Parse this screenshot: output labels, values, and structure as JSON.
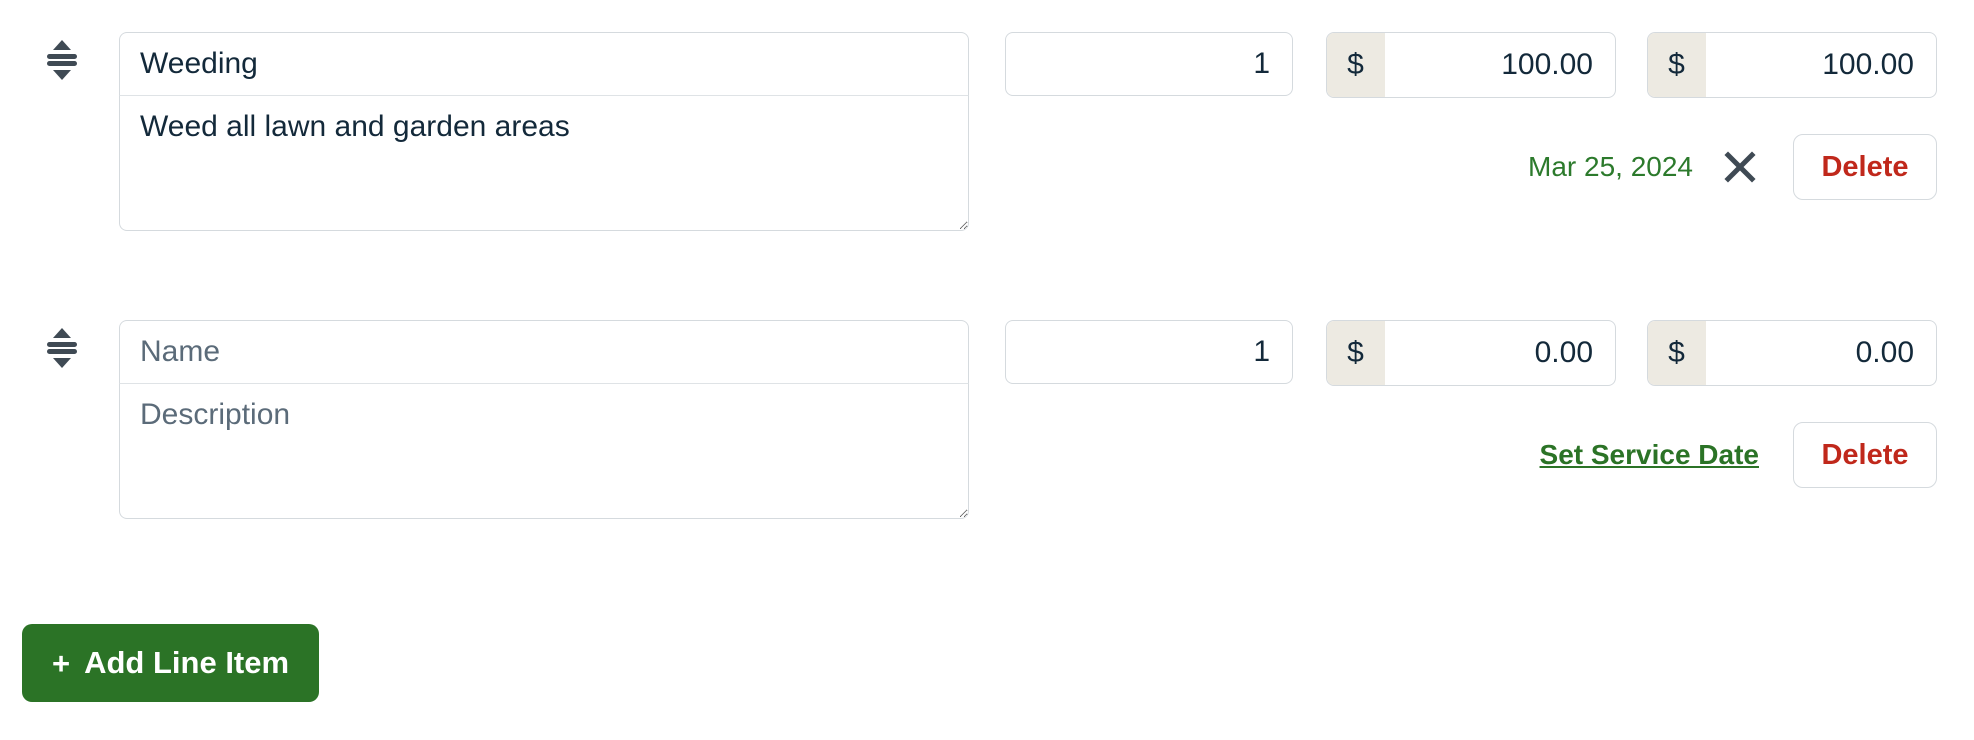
{
  "colors": {
    "accent_green": "#2b7326",
    "date_green": "#2c7a2c",
    "delete_red": "#c0281b",
    "field_border": "#d5dade",
    "prefix_bg": "#edeae2",
    "text": "#13293a",
    "placeholder": "#5b6b79"
  },
  "line_items": [
    {
      "drag_handle_icon": "drag-reorder-icon",
      "name": {
        "value": "Weeding",
        "placeholder": "Name"
      },
      "description": {
        "value": "Weed all lawn and garden areas",
        "placeholder": "Description"
      },
      "quantity": {
        "value": "1",
        "placeholder": ""
      },
      "rate": {
        "prefix": "$",
        "value": "100.00",
        "placeholder": ""
      },
      "total": {
        "prefix": "$",
        "value": "100.00",
        "placeholder": ""
      },
      "service_date": "Mar 25, 2024",
      "clear_date_icon": "close-x-icon",
      "delete_label": "Delete"
    },
    {
      "drag_handle_icon": "drag-reorder-icon",
      "name": {
        "value": "",
        "placeholder": "Name"
      },
      "description": {
        "value": "",
        "placeholder": "Description"
      },
      "quantity": {
        "value": "1",
        "placeholder": ""
      },
      "rate": {
        "prefix": "$",
        "value": "0.00",
        "placeholder": ""
      },
      "total": {
        "prefix": "$",
        "value": "0.00",
        "placeholder": ""
      },
      "set_service_date_label": "Set Service Date",
      "delete_label": "Delete"
    }
  ],
  "add_button": {
    "plus": "+",
    "label": "Add Line Item"
  }
}
